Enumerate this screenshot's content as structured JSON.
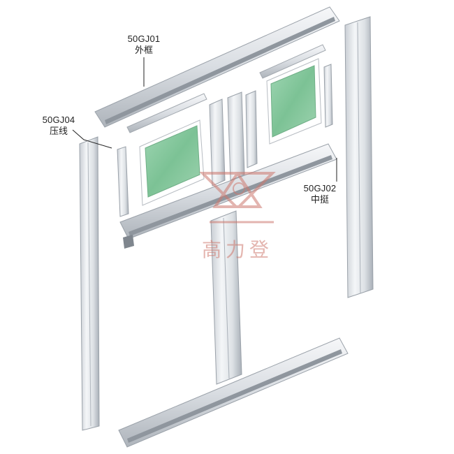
{
  "labels": {
    "outer_frame": {
      "code": "50GJ01",
      "name": "外框"
    },
    "pressing_line": {
      "code": "50GJ04",
      "name": "压线"
    },
    "mullion": {
      "code": "50GJ02",
      "name": "中挺"
    }
  },
  "watermark": {
    "text": "高力登",
    "color": "#cd786e"
  },
  "colors": {
    "aluminum_light": "#f1f3f5",
    "aluminum_mid": "#d3d7dc",
    "aluminum_dark": "#9aa1a9",
    "glass": "#86c9a0",
    "leader_line": "#222222"
  }
}
